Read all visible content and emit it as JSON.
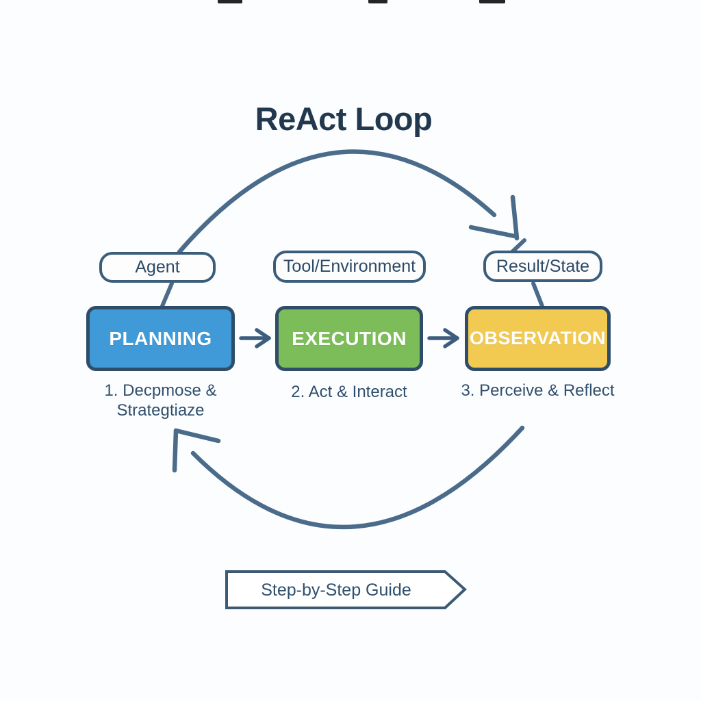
{
  "title": "ReAct Loop",
  "colors": {
    "background": "#fcfdfe",
    "title_navy": "#21384f",
    "arc_slate": "#4a6b8a",
    "box_border_navy": "#2f4d69",
    "pill_border": "#3a5d7c",
    "planning_fill": "#3f9ad7",
    "execution_fill": "#7dbd59",
    "observation_fill": "#f2ca52",
    "text_dark": "#2f4f6d"
  },
  "pills": [
    {
      "label": "Agent"
    },
    {
      "label": "Tool/Environment"
    },
    {
      "label": "Result/State"
    }
  ],
  "stages": [
    {
      "label": "PLANNING",
      "description": "1. Decpmose & Strategtiaze"
    },
    {
      "label": "EXECUTION",
      "description": "2. Act & Interact"
    },
    {
      "label": "OBSERVATION",
      "description": "3. Perceive & Reflect"
    }
  ],
  "banner": {
    "label": "Step-by-Step Guide"
  }
}
